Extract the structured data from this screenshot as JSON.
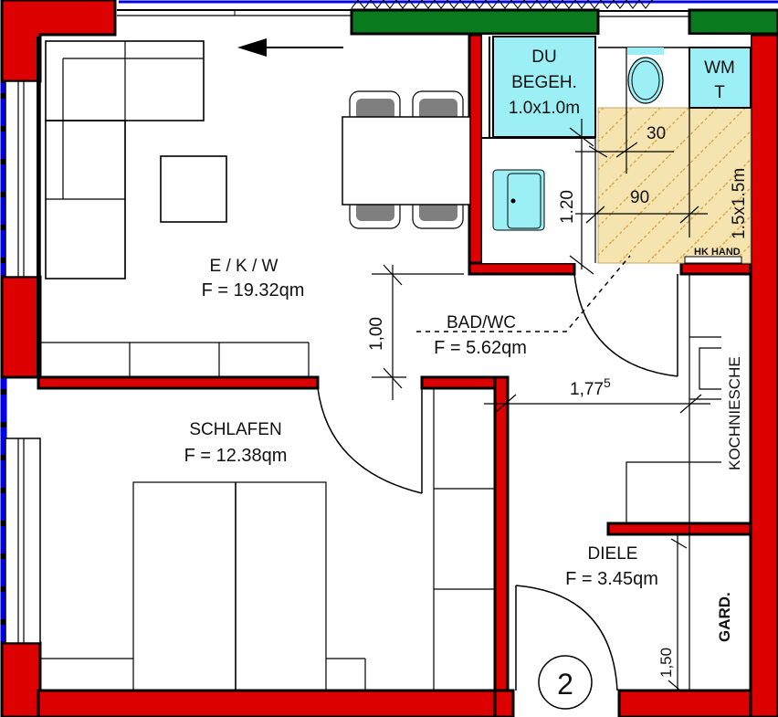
{
  "plan": {
    "unit_number": "2",
    "colors": {
      "wall": "#dd0000",
      "exterior_green": "#0a7a1f",
      "sanitary": "#9cf0f5",
      "turning_area": "#f5e3b0",
      "turning_hatch": "#d9a94a",
      "insulation_blue": "#0000ee"
    },
    "rooms": [
      {
        "id": "ekw",
        "name": "E / K / W",
        "area": "F = 19.32qm"
      },
      {
        "id": "schlafen",
        "name": "SCHLAFEN",
        "area": "F = 12.38qm"
      },
      {
        "id": "bad",
        "name": "BAD/WC",
        "area": "F = 5.62qm"
      },
      {
        "id": "diele",
        "name": "DIELE",
        "area": "F = 3.45qm"
      }
    ],
    "fixtures": {
      "shower_line1": "DU",
      "shower_line2": "BEGEH.",
      "shower_line3": "1.0x1.0m",
      "washer_line1": "WM",
      "washer_line2": "T",
      "turning_circle": "1.5x1.5m",
      "handrail": "HK HAND",
      "kitchen_niche": "KOCHNIESCHE",
      "wardrobe": "GARD."
    },
    "dimensions": {
      "bath_width_a": "30",
      "bath_width_b": "90",
      "bath_depth": "1.20",
      "corridor_width": "1,00",
      "hall_width": "1,77",
      "hall_width_sup": "5",
      "wardrobe_depth": "1,50"
    },
    "entry_arrow": "arrow-left"
  }
}
